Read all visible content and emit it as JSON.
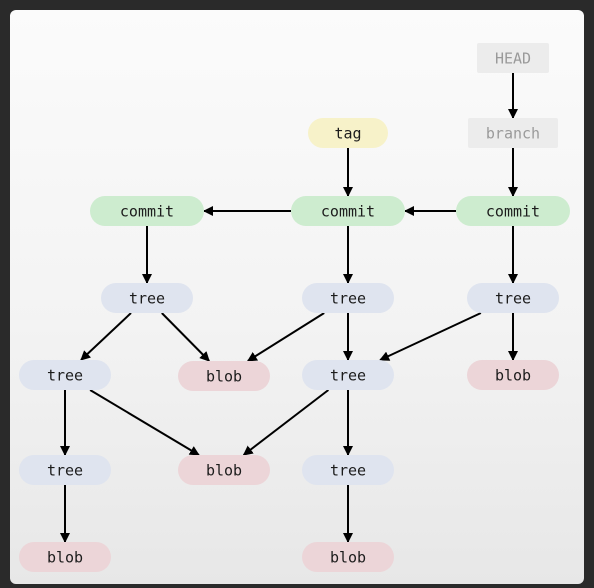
{
  "diagram": {
    "nodes": [
      {
        "id": "head",
        "label": "HEAD",
        "kind": "ref"
      },
      {
        "id": "branch",
        "label": "branch",
        "kind": "ref"
      },
      {
        "id": "tag",
        "label": "tag",
        "kind": "tag"
      },
      {
        "id": "commit1",
        "label": "commit",
        "kind": "commit"
      },
      {
        "id": "commit2",
        "label": "commit",
        "kind": "commit"
      },
      {
        "id": "commit3",
        "label": "commit",
        "kind": "commit"
      },
      {
        "id": "tree1",
        "label": "tree",
        "kind": "tree"
      },
      {
        "id": "tree2",
        "label": "tree",
        "kind": "tree"
      },
      {
        "id": "tree3",
        "label": "tree",
        "kind": "tree"
      },
      {
        "id": "tree4",
        "label": "tree",
        "kind": "tree"
      },
      {
        "id": "tree5",
        "label": "tree",
        "kind": "tree"
      },
      {
        "id": "tree6",
        "label": "tree",
        "kind": "tree"
      },
      {
        "id": "tree7",
        "label": "tree",
        "kind": "tree"
      },
      {
        "id": "blob1",
        "label": "blob",
        "kind": "blob"
      },
      {
        "id": "blob2",
        "label": "blob",
        "kind": "blob"
      },
      {
        "id": "blob3",
        "label": "blob",
        "kind": "blob"
      },
      {
        "id": "blob4",
        "label": "blob",
        "kind": "blob"
      },
      {
        "id": "blob5",
        "label": "blob",
        "kind": "blob"
      }
    ],
    "edges": [
      [
        "head",
        "branch"
      ],
      [
        "branch",
        "commit3"
      ],
      [
        "tag",
        "commit2"
      ],
      [
        "commit3",
        "commit2"
      ],
      [
        "commit2",
        "commit1"
      ],
      [
        "commit1",
        "tree1"
      ],
      [
        "commit2",
        "tree2"
      ],
      [
        "commit3",
        "tree3"
      ],
      [
        "tree1",
        "tree4"
      ],
      [
        "tree1",
        "blob1"
      ],
      [
        "tree2",
        "blob1"
      ],
      [
        "tree2",
        "tree5"
      ],
      [
        "tree3",
        "tree5"
      ],
      [
        "tree3",
        "blob2"
      ],
      [
        "tree4",
        "tree6"
      ],
      [
        "tree4",
        "blob3"
      ],
      [
        "tree5",
        "blob3"
      ],
      [
        "tree5",
        "tree7"
      ],
      [
        "tree6",
        "blob4"
      ],
      [
        "tree7",
        "blob5"
      ]
    ],
    "colors": {
      "ref": {
        "fill": "#ececec",
        "text": "#9a9a9a"
      },
      "tag": {
        "fill": "#f7f2c9",
        "text": "#1c1c1c"
      },
      "commit": {
        "fill": "#cdeccf",
        "text": "#1c1c1c"
      },
      "tree": {
        "fill": "#dfe4ef",
        "text": "#1c1c1c"
      },
      "blob": {
        "fill": "#ecd5d8",
        "text": "#1c1c1c"
      },
      "arrow": "#000000"
    }
  }
}
